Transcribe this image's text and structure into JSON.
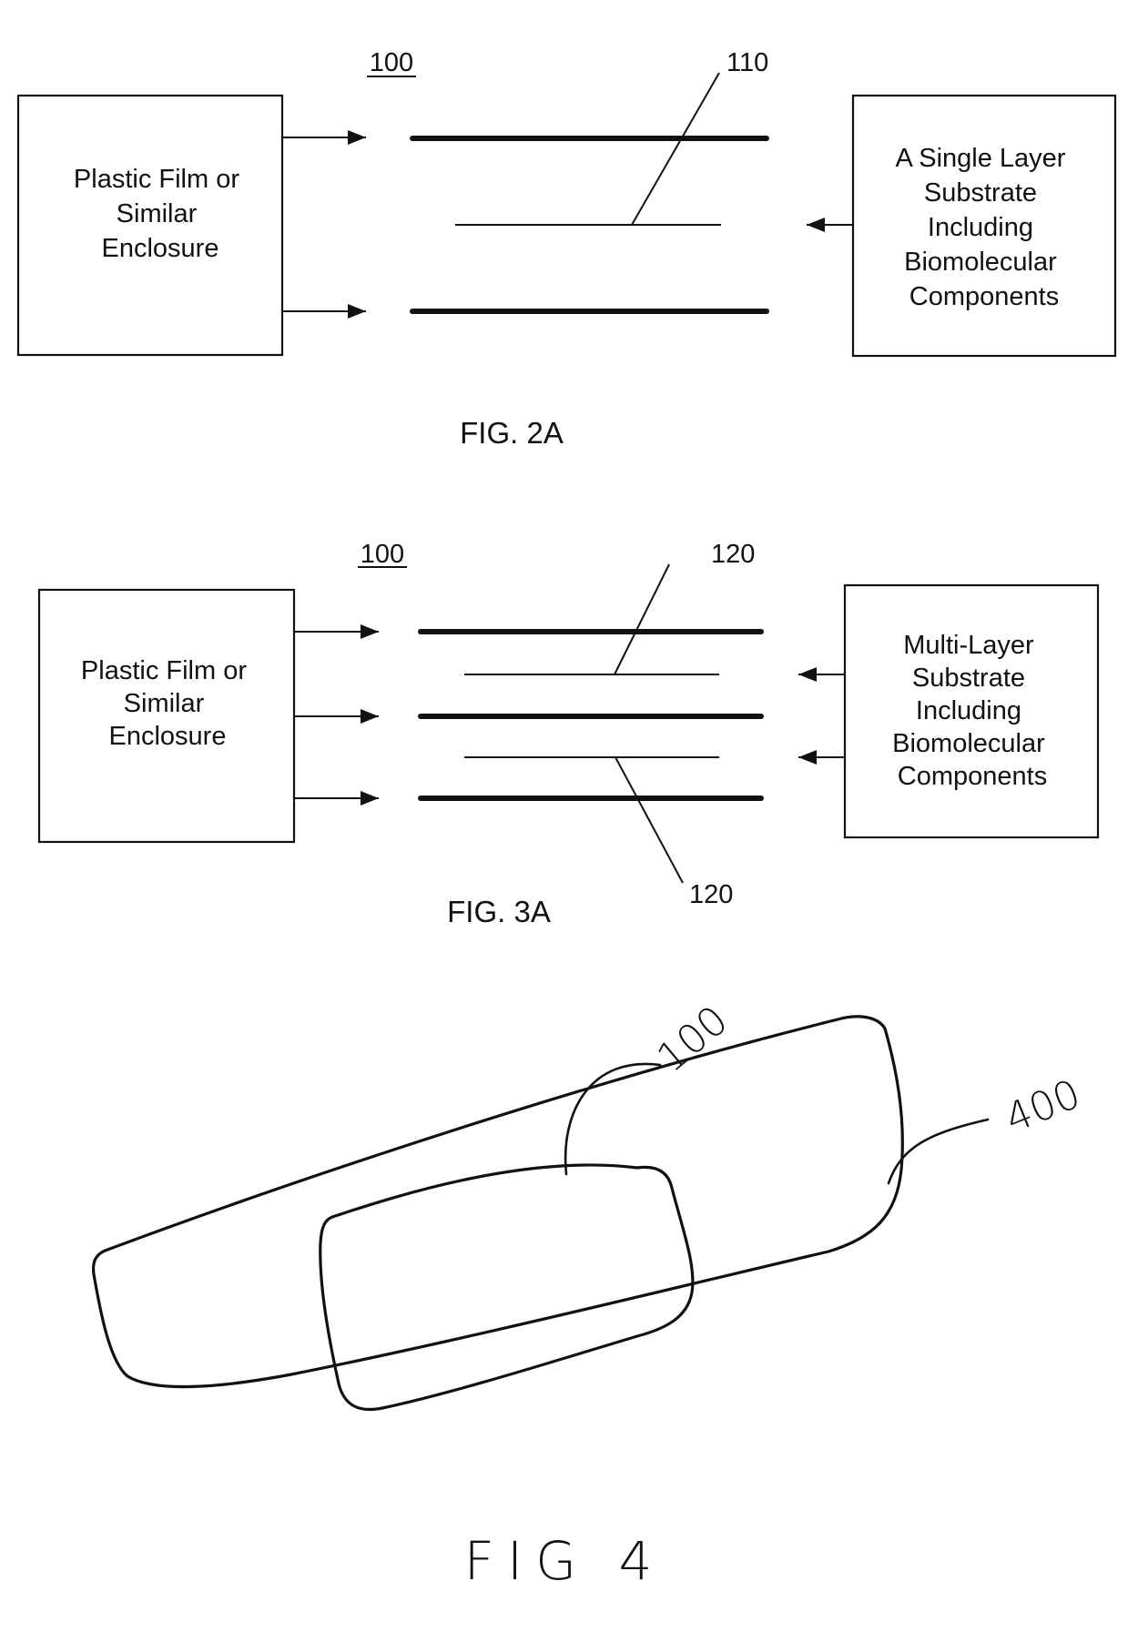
{
  "fig2a": {
    "ref_assembly": "100",
    "ref_substrate": "110",
    "left_box_lines": [
      "Plastic Film or",
      "Similar",
      "Enclosure"
    ],
    "right_box_lines": [
      "A Single Layer",
      "Substrate",
      "Including",
      "Biomolecular",
      "Components"
    ],
    "caption": "FIG. 2A"
  },
  "fig3a": {
    "ref_assembly": "100",
    "ref_substrate_top": "120",
    "ref_substrate_bottom": "120",
    "left_box_lines": [
      "Plastic Film or",
      "Similar",
      "Enclosure"
    ],
    "right_box_lines": [
      "Multi-Layer",
      "Substrate",
      "Including",
      "Biomolecular",
      "Components"
    ],
    "caption": "FIG. 3A"
  },
  "fig4": {
    "ref_inner": "100",
    "ref_outer": "400",
    "caption": "FIG 4"
  }
}
